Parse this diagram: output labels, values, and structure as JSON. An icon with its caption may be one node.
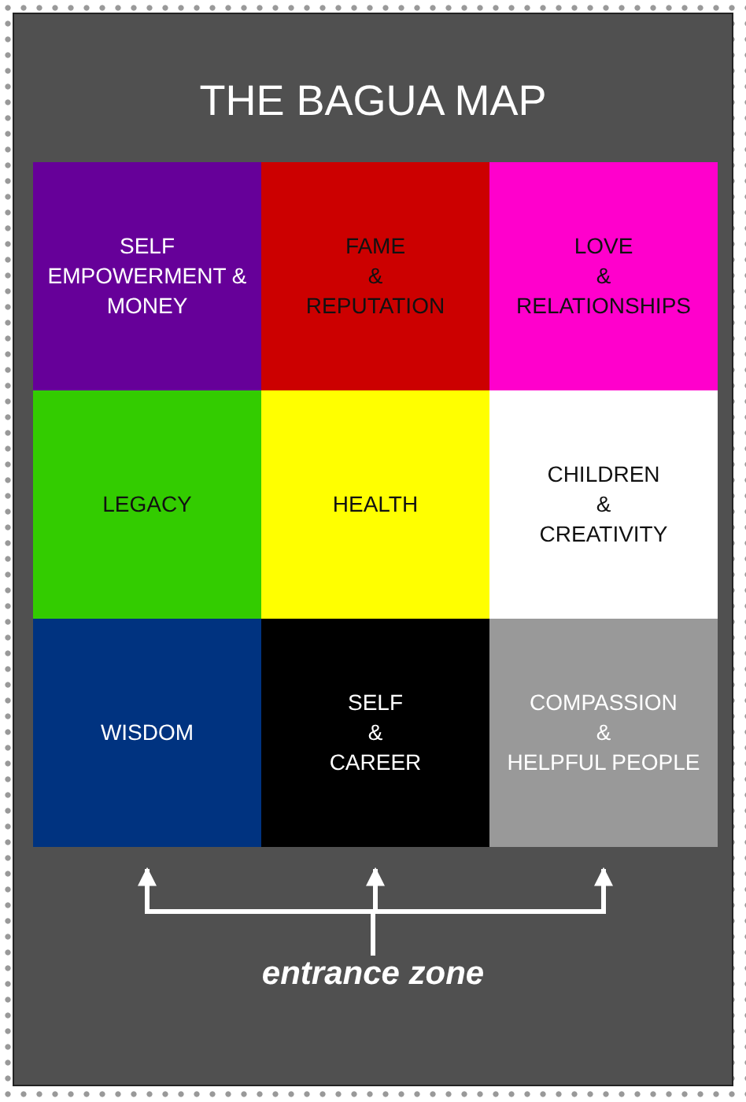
{
  "diagram": {
    "title": "THE BAGUA MAP",
    "nodes": [
      {
        "text": [
          "SELF EMPOWERMENT & MONEY"
        ]
      },
      {
        "text": [
          "FAME & REPUTATION"
        ]
      },
      {
        "text": [
          "LOVE & RELATIONSHIPS"
        ]
      },
      {
        "text": [
          "LEGACY"
        ]
      },
      {
        "text": [
          "HEALTH"
        ]
      },
      {
        "text": [
          "CHILDREN & CREATIVITY"
        ]
      },
      {
        "text": [
          "WISDOM"
        ]
      },
      {
        "text": [
          "SELF & CAREER"
        ]
      },
      {
        "text": [
          "COMPASSION & HELPFUL PEOPLE"
        ]
      },
      {
        "text": [
          "entrance zone"
        ]
      }
    ],
    "edges": [
      {
        "from": 9,
        "to": 6,
        "arrow": "to"
      },
      {
        "from": 9,
        "to": 7,
        "arrow": "to"
      },
      {
        "from": 9,
        "to": 8,
        "arrow": "to"
      }
    ]
  }
}
